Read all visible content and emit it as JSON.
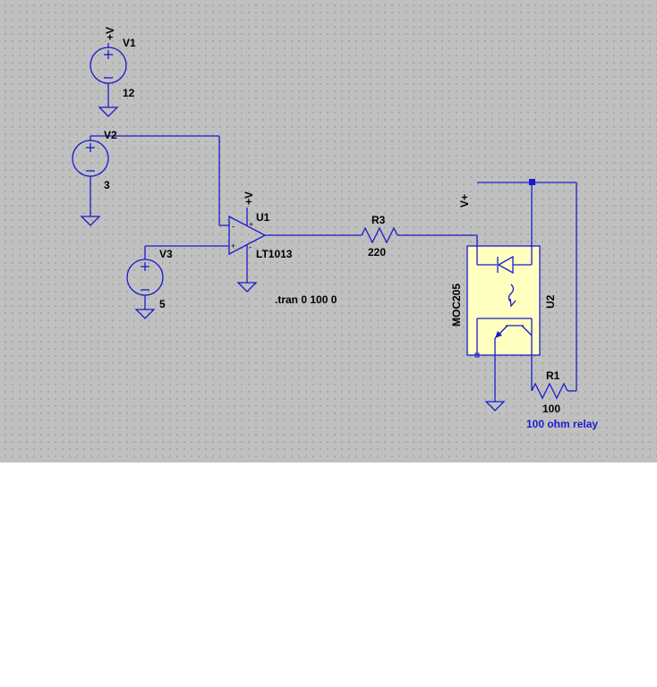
{
  "components": {
    "v1": {
      "name": "V1",
      "value": "12",
      "flag": "+V"
    },
    "v2": {
      "name": "V2",
      "value": "3"
    },
    "v3": {
      "name": "V3",
      "value": "5"
    },
    "u1": {
      "name": "U1",
      "model": "LT1013",
      "flag": "+V",
      "plus_pin": "+",
      "minus_pin": "-"
    },
    "r3": {
      "name": "R3",
      "value": "220"
    },
    "u2": {
      "name": "U2",
      "model": "MOC205",
      "flag": "V+"
    },
    "r1": {
      "name": "R1",
      "value": "100",
      "comment": "100 ohm relay"
    }
  },
  "directive": ".tran 0 100 0",
  "colors": {
    "background": "#c0c0c0",
    "grid_dot": "#707070",
    "wire": "#1a1ad0",
    "optocoupler_fill": "#ffffc0",
    "label": "#000000",
    "comment": "#1a1ad0"
  }
}
